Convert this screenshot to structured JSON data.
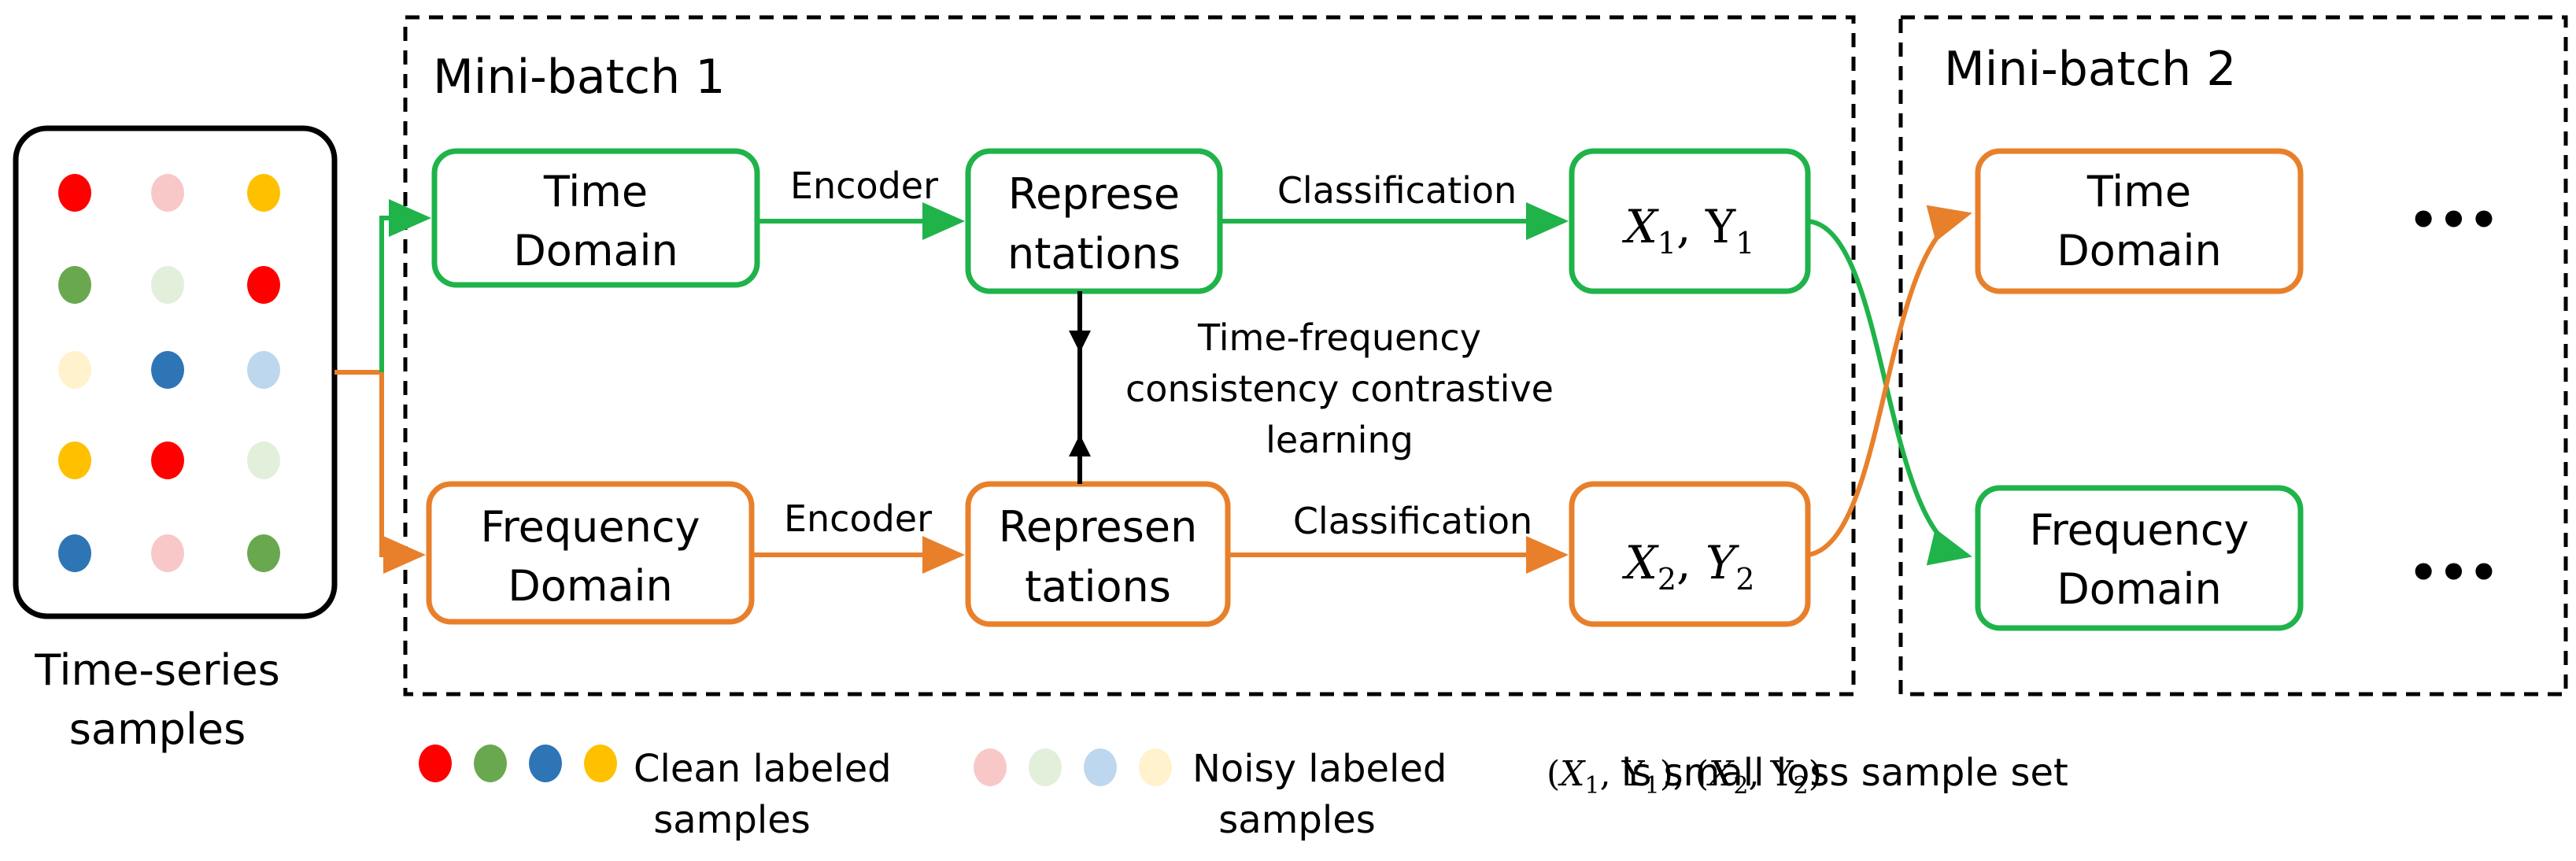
{
  "colors": {
    "green": "#1fb34a",
    "orange": "#e8802b",
    "black": "#000000",
    "dot_red": "#ff0000",
    "dot_green": "#6aa84f",
    "dot_blue": "#2e75b6",
    "dot_yellow": "#ffc000",
    "dot_pink": "#f8c8c8",
    "dot_lightgreen": "#e2efda",
    "dot_lightblue": "#bdd7ee",
    "dot_cream": "#fff2cc"
  },
  "samples": {
    "label_line1": "Time-series",
    "label_line2": "samples",
    "dots": [
      [
        "red",
        "pink",
        "yellow"
      ],
      [
        "green",
        "lightgreen",
        "red"
      ],
      [
        "cream",
        "blue",
        "lightblue"
      ],
      [
        "yellow",
        "red",
        "lightgreen"
      ],
      [
        "blue",
        "pink",
        "green"
      ]
    ]
  },
  "minibatch1": {
    "title": "Mini-batch 1",
    "time_domain": {
      "line1": "Time",
      "line2": "Domain"
    },
    "freq_domain": {
      "line1": "Frequency",
      "line2": "Domain"
    },
    "rep_top": {
      "line1": "Represe",
      "line2": "ntations"
    },
    "rep_bottom": {
      "line1": "Represen",
      "line2": "tations"
    },
    "encoder_top": "Encoder",
    "encoder_bottom": "Encoder",
    "classification_top": "Classification",
    "classification_bottom": "Classification",
    "contrastive": {
      "line1": "Time-frequency",
      "line2": "consistency contrastive",
      "line3": "learning"
    },
    "out_top": {
      "x": "X",
      "x_sub": "1",
      "sep": ", ",
      "y": "Y",
      "y_sub": "1"
    },
    "out_bottom": {
      "x": "X",
      "x_sub": "2",
      "sep": ", ",
      "y": "Y",
      "y_sub": "2"
    }
  },
  "minibatch2": {
    "title": "Mini-batch 2",
    "time_domain": {
      "line1": "Time",
      "line2": "Domain"
    },
    "freq_domain": {
      "line1": "Frequency",
      "line2": "Domain"
    },
    "ellipsis_top": "•••",
    "ellipsis_bottom": "•••"
  },
  "legend": {
    "clean": {
      "line1": "Clean labeled",
      "line2": "samples",
      "dots": [
        "red",
        "green",
        "blue",
        "yellow"
      ]
    },
    "noisy": {
      "line1": "Noisy labeled",
      "line2": "samples",
      "dots": [
        "pink",
        "lightgreen",
        "lightblue",
        "cream"
      ]
    },
    "small_loss": {
      "p1": "(",
      "x1": "X",
      "x1_sub": "1",
      "sep1": ",  ",
      "y1": "Y",
      "y1_sub": "1",
      "p2": "), (",
      "x2": "X",
      "x2_sub": "2",
      "sep2": ", ",
      "y2": "Y",
      "y2_sub": "2",
      "p3": ")",
      "text": "is small loss sample set"
    }
  }
}
